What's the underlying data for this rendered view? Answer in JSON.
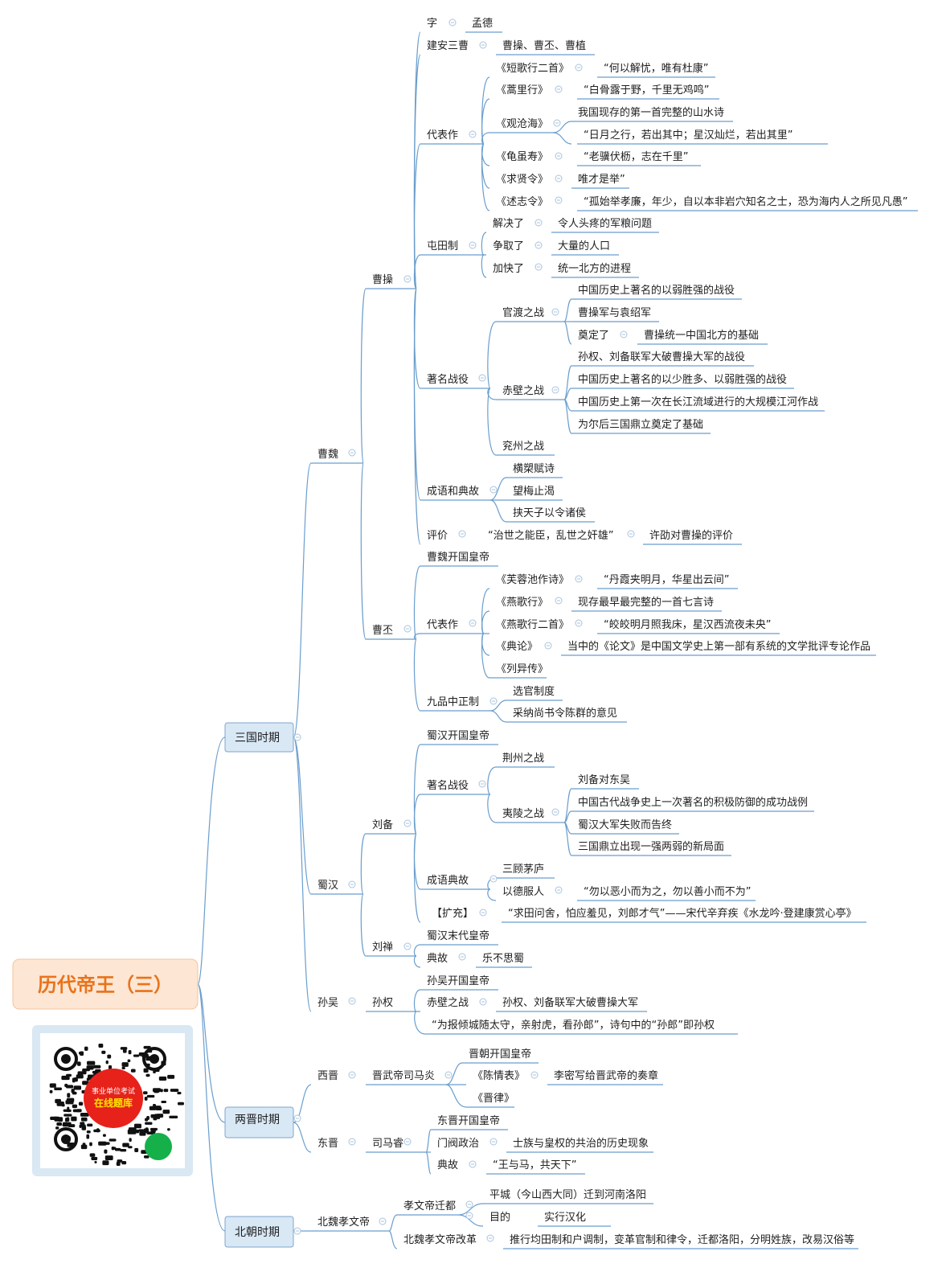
{
  "root": "历代帝王（三）",
  "qr": {
    "line1": "事业单位考试",
    "line2": "在线题库"
  },
  "nodes": {
    "p1": "三国时期",
    "p2": "两晋时期",
    "p3": "北朝时期",
    "caowei": "曹魏",
    "shuhan": "蜀汉",
    "sunwu": "孙吴",
    "caocao": "曹操",
    "caopi": "曹丕",
    "liubei": "刘备",
    "liushan": "刘禅",
    "sunquan": "孙权",
    "zi": "字",
    "zi_v": "孟德",
    "jianan": "建安三曹",
    "jianan_v": "曹操、曹丕、曹植",
    "dbz1": "代表作",
    "w1": "《短歌行二首》",
    "w1v": "“何以解忧，唯有杜康”",
    "w2": "《蒿里行》",
    "w2v": "“白骨露于野，千里无鸡鸣”",
    "w3": "《观沧海》",
    "w3a": "我国现存的第一首完整的山水诗",
    "w3b": "“日月之行，若出其中；星汉灿烂，若出其里”",
    "w4": "《龟虽寿》",
    "w4v": "“老骥伏枥，志在千里”",
    "w5": "《求贤令》",
    "w5v": "唯才是举”",
    "w6": "《述志令》",
    "w6v": "“孤始举孝廉，年少，自以本非岩穴知名之士，恐为海内人之所见凡愚”",
    "tt": "屯田制",
    "tt1": "解决了",
    "tt1v": "令人头疼的军粮问题",
    "tt2": "争取了",
    "tt2v": "大量的人口",
    "tt3": "加快了",
    "tt3v": "统一北方的进程",
    "zmzy1": "著名战役",
    "gd": "官渡之战",
    "gd1": "中国历史上著名的以弱胜强的战役",
    "gd2": "曹操军与袁绍军",
    "gd3": "奠定了",
    "gd3v": "曹操统一中国北方的基础",
    "cb": "赤壁之战",
    "cb1": "孙权、刘备联军大破曹操大军的战役",
    "cb2": "中国历史上著名的以少胜多、以弱胜强的战役",
    "cb3": "中国历史上第一次在长江流域进行的大规模江河作战",
    "cb4": "为尔后三国鼎立奠定了基础",
    "yz": "兖州之战",
    "cy1": "成语和典故",
    "cy1a": "横槊赋诗",
    "cy1b": "望梅止渴",
    "cy1c": "挟天子以令诸侯",
    "pj": "评价",
    "pjv": "“治世之能臣，乱世之奸雄”",
    "pjs": "许劭对曹操的评价",
    "cp1": "曹魏开国皇帝",
    "dbz2": "代表作",
    "cw1": "《芙蓉池作诗》",
    "cw1v": "“丹霞夹明月，华星出云间”",
    "cw2": "《燕歌行》",
    "cw2v": "现存最早最完整的一首七言诗",
    "cw3": "《燕歌行二首》",
    "cw3v": "“皎皎明月照我床，星汉西流夜未央”",
    "cw4": "《典论》",
    "cw4v": "当中的《论文》是中国文学史上第一部有系统的文学批评专论作品",
    "cw5": "《列异传》",
    "jp": "九品中正制",
    "jp1": "选官制度",
    "jp2": "采纳尚书令陈群的意见",
    "lb1": "蜀汉开国皇帝",
    "zmzy2": "著名战役",
    "jz": "荆州之战",
    "yl": "夷陵之战",
    "yl1": "刘备对东吴",
    "yl2": "中国古代战争史上一次著名的积极防御的成功战例",
    "yl3": "蜀汉大军失败而告终",
    "yl4": "三国鼎立出现一强两弱的新局面",
    "cy2": "成语典故",
    "cy2a": "三顾茅庐",
    "cy2b": "以德服人",
    "cy2bv": "“勿以恶小而为之，勿以善小而不为”",
    "kc": "【扩充】",
    "kcv": "“求田问舍，怕应羞见，刘郎才气”——宋代辛弃疾《水龙吟·登建康赏心亭》",
    "ls1": "蜀汉末代皇帝",
    "ls2": "典故",
    "ls2v": "乐不思蜀",
    "sq1": "孙吴开国皇帝",
    "sq2": "赤壁之战",
    "sq2v": "孙权、刘备联军大破曹操大军",
    "sq3": "“为报倾城随太守，亲射虎，看孙郎”，诗句中的“孙郎”即孙权",
    "xj": "西晋",
    "smy": "晋武帝司马炎",
    "smy1": "晋朝开国皇帝",
    "smy2": "《陈情表》",
    "smy2v": "李密写给晋武帝的奏章",
    "smy3": "《晋律》",
    "dj": "东晋",
    "smr": "司马睿",
    "smr1": "东晋开国皇帝",
    "smr2": "门阀政治",
    "smr2v": "士族与皇权的共治的历史现象",
    "smr3": "典故",
    "smr3v": "“王与马，共天下”",
    "xw": "北魏孝文帝",
    "xwqd": "孝文帝迁都",
    "qd1": "平城（今山西大同）迁到河南洛阳",
    "qd2": "目的",
    "qd2v": "实行汉化",
    "xwgg": "北魏孝文帝改革",
    "xwggv": "推行均田制和户调制，变革官制和律令，迁都洛阳，分明姓族，改易汉俗等"
  }
}
